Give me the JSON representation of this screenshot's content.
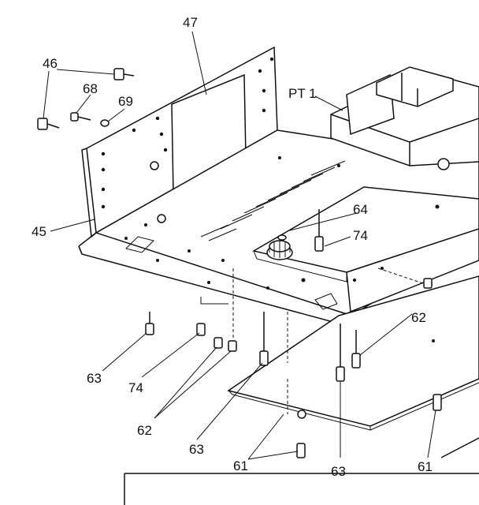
{
  "figure": {
    "colors": {
      "ink": "#111111",
      "background": "#ffffff"
    },
    "callouts": {
      "c47": "47",
      "c46": "46",
      "c68": "68",
      "c69": "69",
      "cPT1": "PT 1",
      "c45": "45",
      "c64": "64",
      "c74a": "74",
      "c62a": "62",
      "c63a": "63",
      "c74b": "74",
      "c62b": "62",
      "c63b": "63",
      "c61a": "61",
      "c63c": "63",
      "c61b": "61"
    }
  }
}
